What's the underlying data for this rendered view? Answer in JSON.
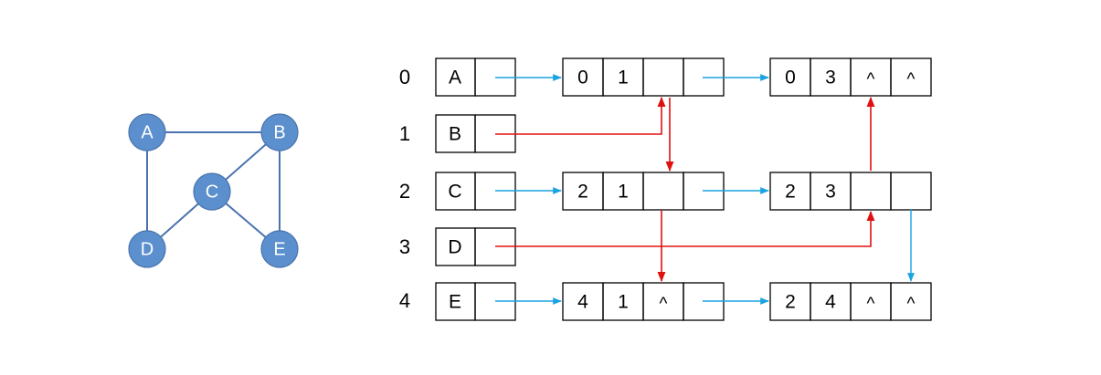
{
  "graph": {
    "nodes": [
      {
        "id": "A",
        "label": "A"
      },
      {
        "id": "B",
        "label": "B"
      },
      {
        "id": "C",
        "label": "C"
      },
      {
        "id": "D",
        "label": "D"
      },
      {
        "id": "E",
        "label": "E"
      }
    ],
    "edges": [
      [
        "A",
        "B"
      ],
      [
        "A",
        "D"
      ],
      [
        "B",
        "C"
      ],
      [
        "B",
        "E"
      ],
      [
        "C",
        "D"
      ],
      [
        "C",
        "E"
      ]
    ],
    "node_color": "#5b8fcd",
    "edge_color": "#4a72b0"
  },
  "orthogonal_list": {
    "row_indices": [
      "0",
      "1",
      "2",
      "3",
      "4"
    ],
    "vertices": [
      "A",
      "B",
      "C",
      "D",
      "E"
    ],
    "arcs": [
      {
        "tail": "0",
        "head": "1",
        "hlink": "",
        "tlink": ""
      },
      {
        "tail": "0",
        "head": "3",
        "hlink": "^",
        "tlink": "^"
      },
      {
        "tail": "2",
        "head": "1",
        "hlink": "",
        "tlink": ""
      },
      {
        "tail": "2",
        "head": "3",
        "hlink": "",
        "tlink": ""
      },
      {
        "tail": "4",
        "head": "1",
        "hlink": "^",
        "tlink": ""
      },
      {
        "tail": "2",
        "head": "4",
        "hlink": "^",
        "tlink": "^"
      }
    ],
    "out_link_color": "#1aa3e0",
    "in_link_color": "#e01010"
  }
}
